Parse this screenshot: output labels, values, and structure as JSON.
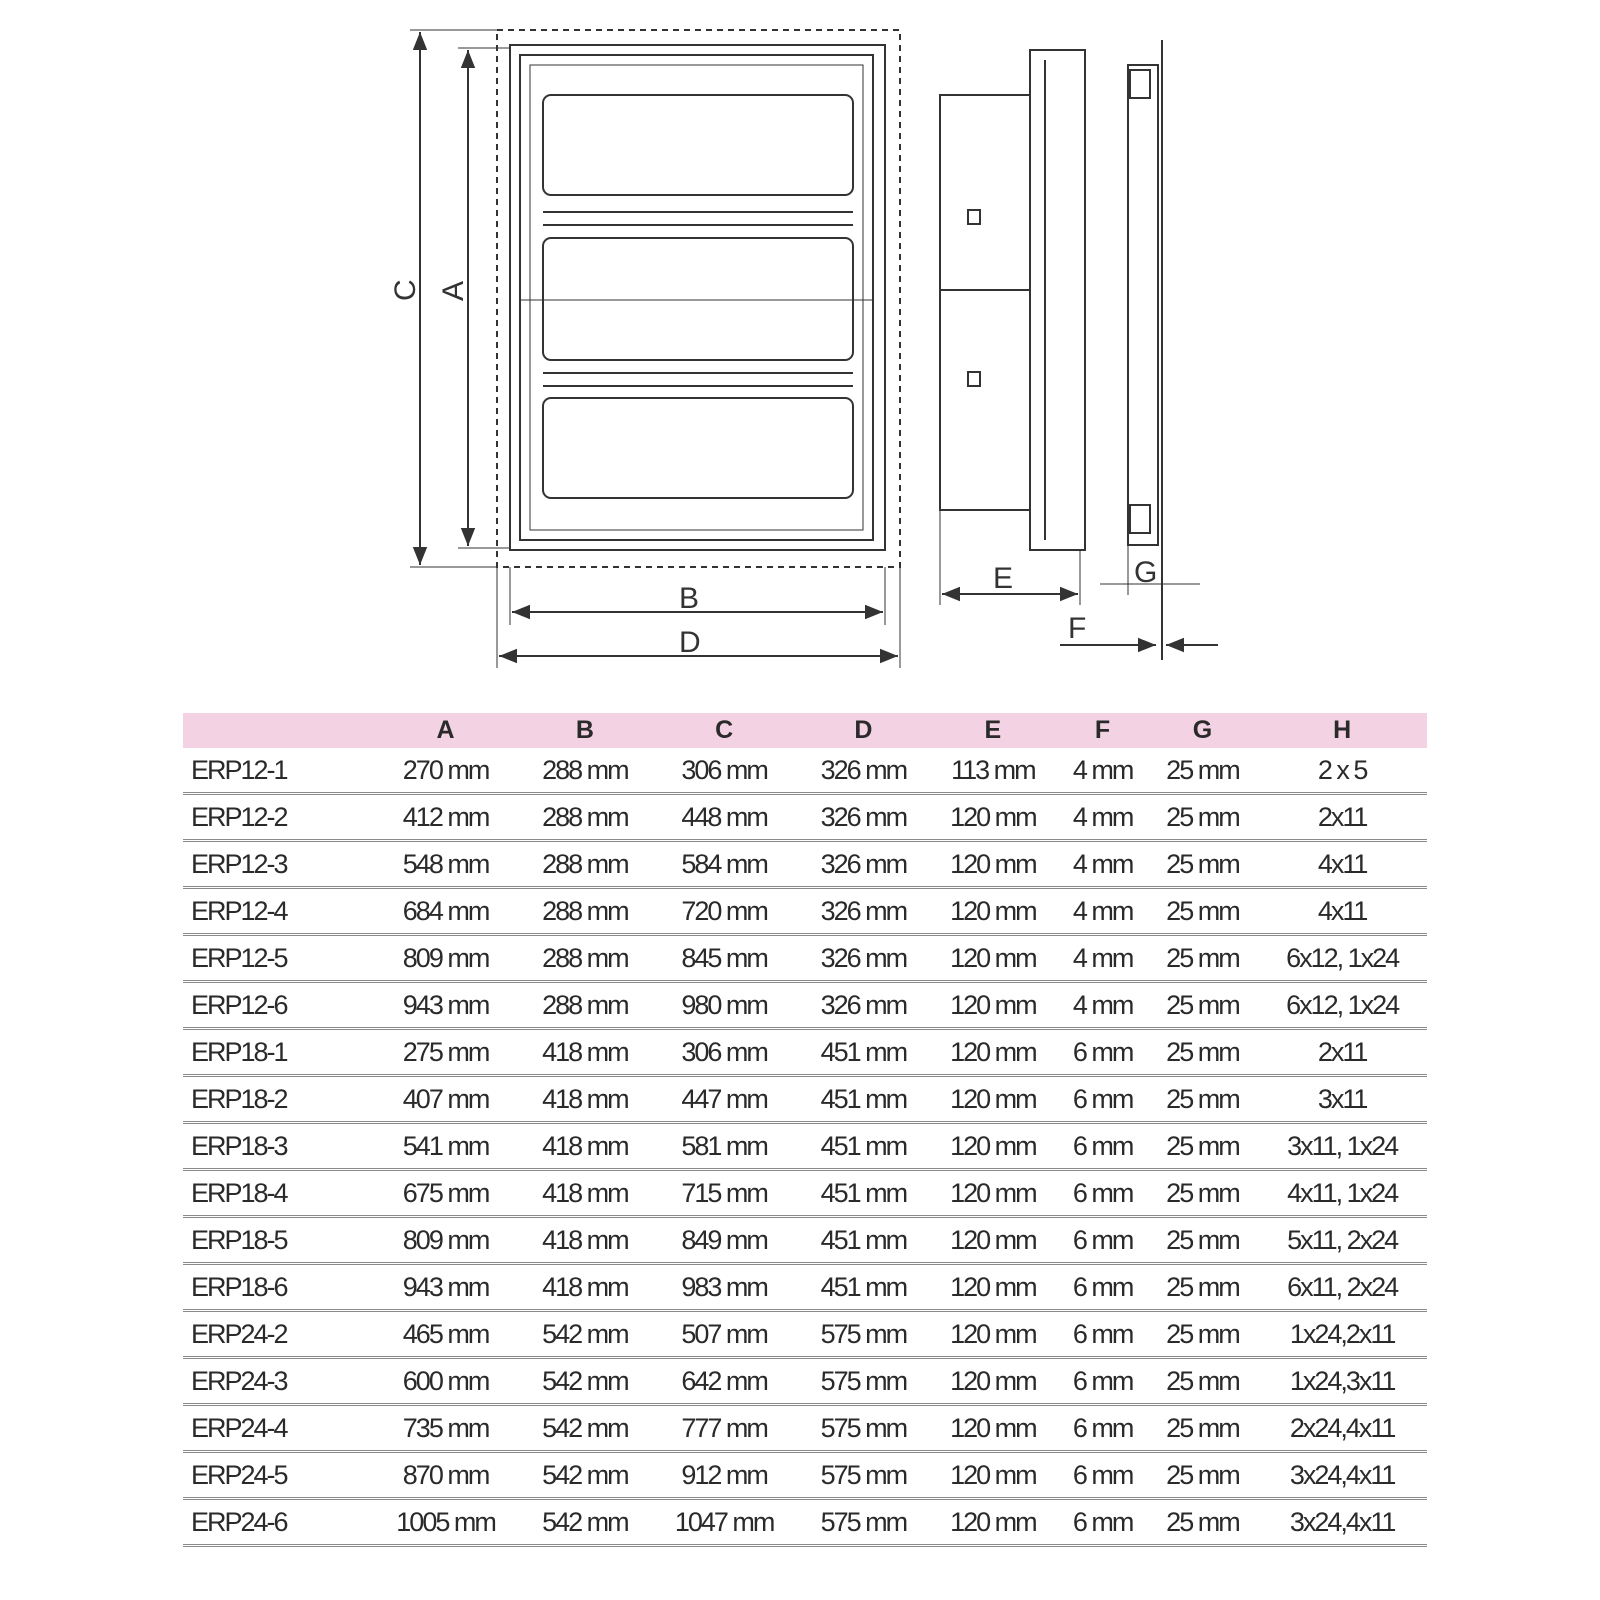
{
  "drawing": {
    "labels": {
      "A": "A",
      "B": "B",
      "C": "C",
      "D": "D",
      "E": "E",
      "F": "F",
      "G": "G"
    }
  },
  "table": {
    "headers": [
      "",
      "A",
      "B",
      "C",
      "D",
      "E",
      "F",
      "G",
      "H"
    ],
    "rows": [
      [
        "ERP12-1",
        "270 mm",
        "288 mm",
        "306 mm",
        "326 mm",
        "113 mm",
        "4 mm",
        "25 mm",
        "2 x 5"
      ],
      [
        "ERP12-2",
        "412 mm",
        "288 mm",
        "448 mm",
        "326 mm",
        "120 mm",
        "4 mm",
        "25 mm",
        "2x11"
      ],
      [
        "ERP12-3",
        "548 mm",
        "288 mm",
        "584 mm",
        "326 mm",
        "120 mm",
        "4 mm",
        "25 mm",
        "4x11"
      ],
      [
        "ERP12-4",
        "684 mm",
        "288 mm",
        "720 mm",
        "326 mm",
        "120 mm",
        "4 mm",
        "25 mm",
        "4x11"
      ],
      [
        "ERP12-5",
        "809 mm",
        "288 mm",
        "845 mm",
        "326 mm",
        "120 mm",
        "4 mm",
        "25 mm",
        "6x12, 1x24"
      ],
      [
        "ERP12-6",
        "943 mm",
        "288 mm",
        "980 mm",
        "326 mm",
        "120 mm",
        "4 mm",
        "25 mm",
        "6x12, 1x24"
      ],
      [
        "ERP18-1",
        "275 mm",
        "418 mm",
        "306 mm",
        "451 mm",
        "120 mm",
        "6 mm",
        "25 mm",
        "2x11"
      ],
      [
        "ERP18-2",
        "407 mm",
        "418 mm",
        "447 mm",
        "451 mm",
        "120 mm",
        "6 mm",
        "25 mm",
        "3x11"
      ],
      [
        "ERP18-3",
        "541 mm",
        "418 mm",
        "581 mm",
        "451 mm",
        "120 mm",
        "6 mm",
        "25 mm",
        "3x11, 1x24"
      ],
      [
        "ERP18-4",
        "675 mm",
        "418 mm",
        "715 mm",
        "451 mm",
        "120 mm",
        "6 mm",
        "25 mm",
        "4x11, 1x24"
      ],
      [
        "ERP18-5",
        "809 mm",
        "418 mm",
        "849 mm",
        "451 mm",
        "120 mm",
        "6 mm",
        "25 mm",
        "5x11, 2x24"
      ],
      [
        "ERP18-6",
        "943 mm",
        "418 mm",
        "983 mm",
        "451 mm",
        "120 mm",
        "6 mm",
        "25 mm",
        "6x11, 2x24"
      ],
      [
        "ERP24-2",
        "465 mm",
        "542 mm",
        "507 mm",
        "575 mm",
        "120 mm",
        "6 mm",
        "25 mm",
        "1x24,2x11"
      ],
      [
        "ERP24-3",
        "600 mm",
        "542 mm",
        "642 mm",
        "575 mm",
        "120 mm",
        "6 mm",
        "25 mm",
        "1x24,3x11"
      ],
      [
        "ERP24-4",
        "735 mm",
        "542 mm",
        "777 mm",
        "575 mm",
        "120 mm",
        "6 mm",
        "25 mm",
        "2x24,4x11"
      ],
      [
        "ERP24-5",
        "870 mm",
        "542 mm",
        "912 mm",
        "575 mm",
        "120 mm",
        "6 mm",
        "25 mm",
        "3x24,4x11"
      ],
      [
        "ERP24-6",
        "1005 mm",
        "542 mm",
        "1047 mm",
        "575 mm",
        "120 mm",
        "6 mm",
        "25 mm",
        "3x24,4x11"
      ]
    ]
  }
}
